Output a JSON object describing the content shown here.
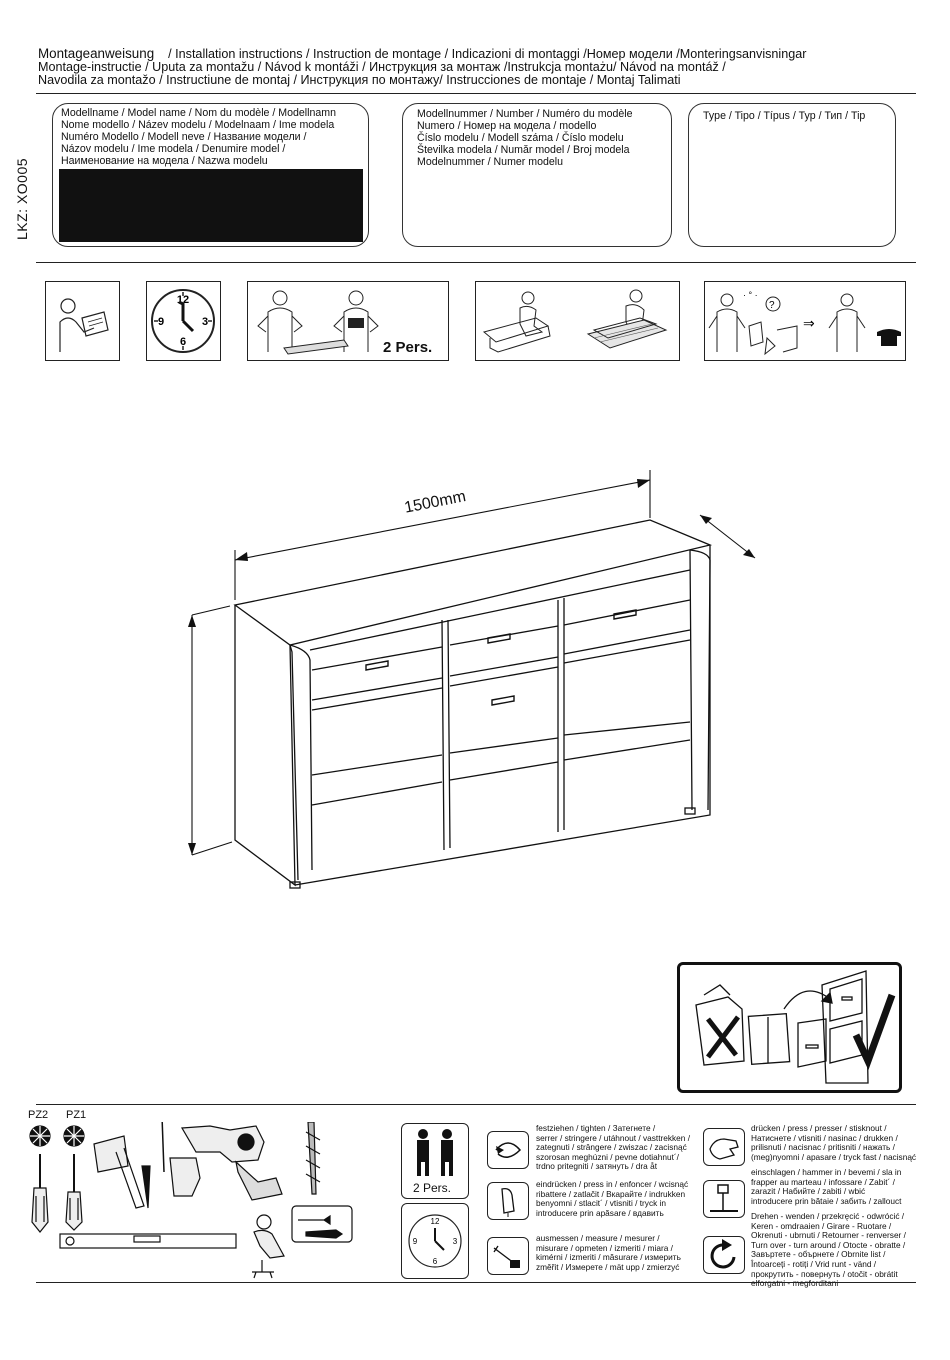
{
  "header": {
    "line1_main": "Montageanweisung",
    "line1_rest": "/ Installation instructions / Instruction de montage / Indicazioni di montaggi /Номер модели /Monteringsanvisningar",
    "line2": "Montage-instructie / Uputa za montažu / Návod k montáži / Инструкция за монтаж /Instrukcja montażu/ Návod na montáž /",
    "line3": "Navodila za montažo / Instructiune de montaj / Инструкция по монтажу/ Instrucciones de montaje / Montaj Talimati"
  },
  "side_code": "LKZ: XO005",
  "model_name_box": {
    "lines": [
      "Modellname / Model name / Nom du modèle / Modellnamn",
      "Nome modello / Název modelu / Modelnaam / Ime modela",
      "Numéro Modello / Modell neve / Название модели /",
      "Názov modelu / Ime modela / Denumire model /",
      "Наименование на модела / Nazwa modelu"
    ]
  },
  "model_number_box": {
    "lines": [
      "Modellnummer / Number / Numéro du modèle",
      "Numero /  Номер на модела / modello",
      "Číslo modelu / Modell száma / Číslo modelu",
      "Številka modela / Număr model / Broj modela",
      "Modelnummer / Numer modelu"
    ]
  },
  "type_box": {
    "label": "Type / Tipo / Típus / Typ / Тип / Tip"
  },
  "pictograms": {
    "clock_numbers": [
      "12",
      "3",
      "6",
      "9"
    ],
    "two_persons": "2 Pers."
  },
  "dimension_label": "1500mm",
  "tools": {
    "pz2": "PZ2",
    "pz1": "PZ1"
  },
  "legend": {
    "two_persons": "2 Pers.",
    "clock_numbers": [
      "12",
      "3",
      "6",
      "9"
    ],
    "tighten": [
      "festziehen / tighten / Затегнете /",
      "serrer / stringere / utáhnout / vasttrekken /",
      "zategnuti / strângere / zwiszac / zacisnąć",
      "szorosan meghúzni / pevne dotiahnut´/",
      "trdno pritegniti / затянуть / dra åt"
    ],
    "press_in": [
      "eindrücken / press in / enfoncer / wcisnąć",
      "ribattere / zatlačit / Вкарайте / indrukken",
      "benyomni / stlacit´ / vtisniti / tryck in",
      "introducere prin apăsare / вдавить"
    ],
    "measure": [
      "ausmessen / measure / mesurer /",
      "misurare / opmeten / izmeriti / miara /",
      "kimérni / izmeriti / măsurare / измерить",
      "změřit / Измерете / mät upp / zmierzyć"
    ],
    "press": [
      "drücken / press / presser / stisknout /",
      "Натиснете / vtisniti / nasinac / drukken /",
      "prilisnuti / nacisnac / pritisniti / нажать /",
      "(meg)nyomni / apasare / tryck fast / nacisnąć"
    ],
    "hammer": [
      "einschlagen / hammer in / bevemi / sla in",
      "frapper au marteau / infossare / Zabit´ /",
      "zarazit / Набийте / zabiti / wbić",
      "introducere prin bătaie / забить / zallouct"
    ],
    "turn_over": [
      "Drehen - wenden / przekręcić - odwrócić /",
      "Keren - omdraaien / Girare - Ruotare /",
      "Okrenuti - ubrnuti / Retourner - renverser /",
      "Turn over - turn around / Otocte - obratte /",
      "Завъртете - обърнете / Obrnite list /",
      "Întoarceți - rotiți / Vrid runt - vänd /",
      "прокрутить - повернуть / otočit - obrátit",
      "elforgatni - megforditani"
    ]
  }
}
